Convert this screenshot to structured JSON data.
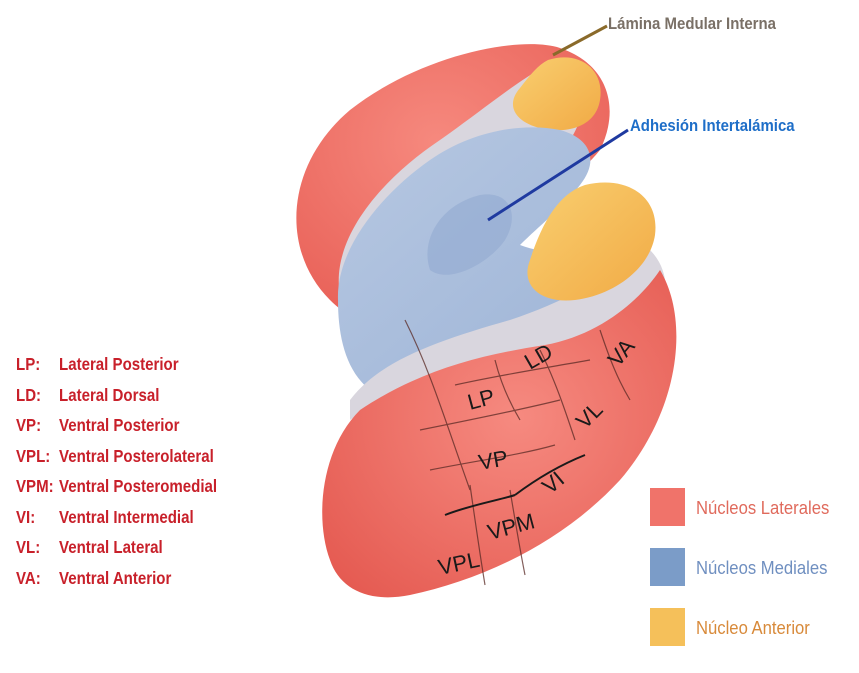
{
  "callouts": {
    "lamina": "Lámina Medular Interna",
    "adhesion": "Adhesión Intertalámica"
  },
  "regions": {
    "lp": "LP",
    "ld": "LD",
    "va": "VA",
    "vl": "VL",
    "vp": "VP",
    "vi": "VI",
    "vpm": "VPM",
    "vpl": "VPL"
  },
  "abbreviations": [
    {
      "code": "LP:",
      "name": "Lateral Posterior"
    },
    {
      "code": "LD:",
      "name": "Lateral Dorsal"
    },
    {
      "code": "VP:",
      "name": "Ventral Posterior"
    },
    {
      "code": "VPL:",
      "name": "Ventral Posterolateral"
    },
    {
      "code": "VPM:",
      "name": "Ventral Posteromedial"
    },
    {
      "code": "VI:",
      "name": "Ventral Intermedial"
    },
    {
      "code": "VL:",
      "name": "Ventral Lateral"
    },
    {
      "code": "VA:",
      "name": "Ventral Anterior"
    }
  ],
  "legend": [
    {
      "label": "Núcleos Laterales",
      "color": "#f0736a",
      "text_color": "#e06a5c"
    },
    {
      "label": "Núcleos Mediales",
      "color": "#7b9cc8",
      "text_color": "#6f8fc0"
    },
    {
      "label": "Núcleo Anterior",
      "color": "#f5c05a",
      "text_color": "#d88a3a"
    }
  ],
  "colors": {
    "lateral": "#f0736a",
    "medial": "#a9bddc",
    "anterior": "#f5c05a",
    "lamina_line": "#8a6a2a",
    "adhesion_line": "#1f3aa0",
    "adhesion_text": "#1e6ec8",
    "lamina_text": "#7a7066",
    "abbr_text": "#c8202a"
  }
}
